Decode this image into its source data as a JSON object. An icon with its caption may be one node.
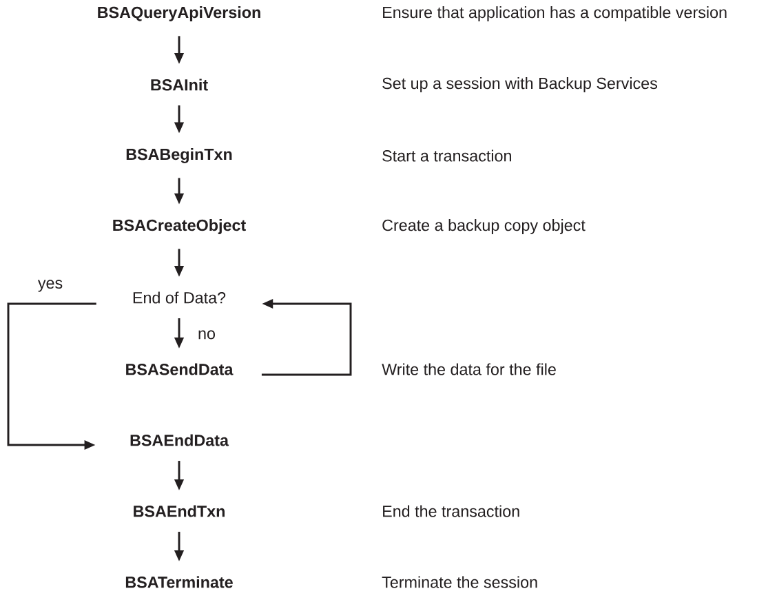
{
  "diagram": {
    "nodes": [
      {
        "text": [
          "BSAQueryApiVersion"
        ]
      },
      {
        "text": [
          "BSAInit"
        ]
      },
      {
        "text": [
          "BSABeginTxn"
        ]
      },
      {
        "text": [
          "BSACreateObject"
        ]
      },
      {
        "text": [
          "End of Data?"
        ]
      },
      {
        "text": [
          "BSASendData"
        ]
      },
      {
        "text": [
          "BSAEndData"
        ]
      },
      {
        "text": [
          "BSAEndTxn"
        ]
      },
      {
        "text": [
          "BSATerminate"
        ]
      }
    ],
    "edges": [
      {
        "from": 0,
        "to": 1,
        "arrow": "to"
      },
      {
        "from": 1,
        "to": 2,
        "arrow": "to"
      },
      {
        "from": 2,
        "to": 3,
        "arrow": "to"
      },
      {
        "from": 3,
        "to": 4,
        "arrow": "to"
      },
      {
        "from": 4,
        "to": 5,
        "arrow": "to",
        "label": "no"
      },
      {
        "from": 5,
        "to": 4,
        "arrow": "to"
      },
      {
        "from": 4,
        "to": 6,
        "arrow": "to",
        "label": "yes"
      },
      {
        "from": 6,
        "to": 7,
        "arrow": "to"
      },
      {
        "from": 7,
        "to": 8,
        "arrow": "to"
      }
    ],
    "labels": [
      "Ensure that application has a compatible version",
      "Set up a session with Backup Services",
      "Start a transaction",
      "Create a backup copy object",
      "Write the data for the file",
      "End the transaction",
      "Terminate the session"
    ]
  }
}
